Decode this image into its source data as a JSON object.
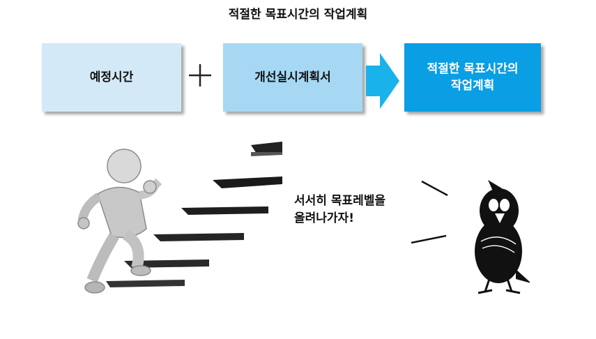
{
  "title": "적절한 목표시간의 작업계획",
  "boxes": {
    "scheduled_time": "예정시간",
    "improvement_plan": "개선실시계획서",
    "result_line1": "적절한 목표시간의",
    "result_line2": "작업계획"
  },
  "speech": {
    "line1": "서서히 목표레벨을",
    "line2": "올려나가자!"
  },
  "colors": {
    "box1": "#d3e9f7",
    "box2": "#a6d8f4",
    "box3": "#0a9ee4",
    "arrow": "#1ab2ea"
  },
  "icons": {
    "plus": "plus-icon",
    "arrow": "arrow-right-icon"
  }
}
